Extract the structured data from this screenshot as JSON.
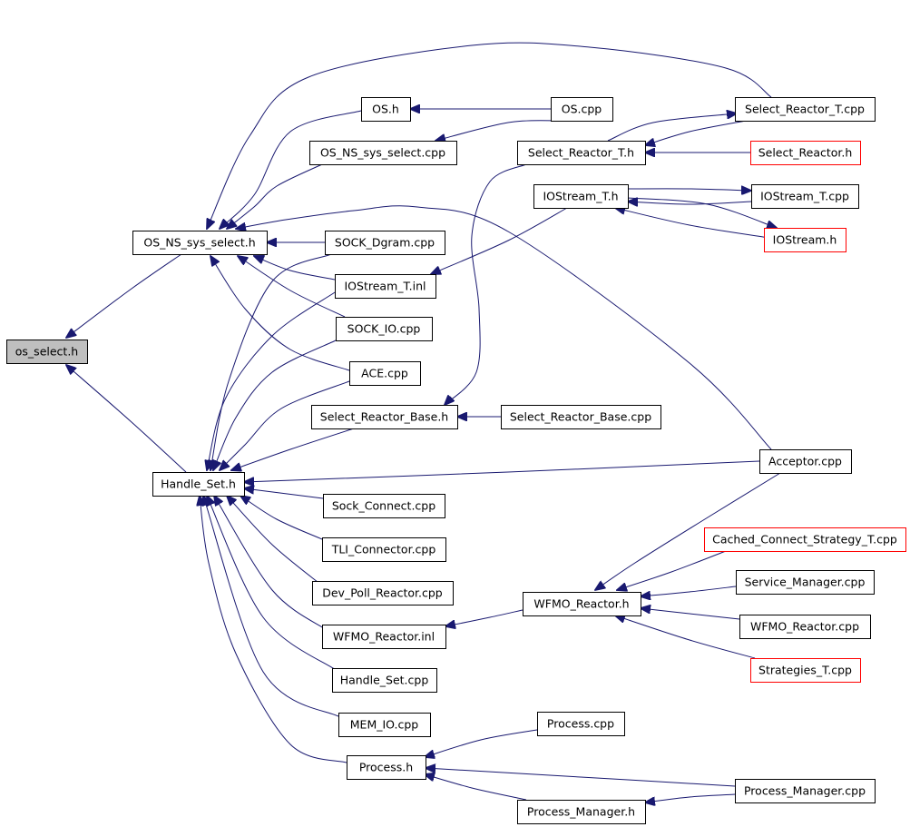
{
  "graph": {
    "type": "include-dependency-graph",
    "colors": {
      "edge": "#191970",
      "node_border": "#000000",
      "node_border_truncated": "#ff0000",
      "node_fill": "#ffffff",
      "root_fill": "#bfbfbf"
    },
    "nodes": [
      {
        "id": "os_select",
        "label": "os_select.h",
        "root": true
      },
      {
        "id": "OS_NS_sys_select_h",
        "label": "OS_NS_sys_select.h"
      },
      {
        "id": "Handle_Set_h",
        "label": "Handle_Set.h"
      },
      {
        "id": "OS_h",
        "label": "OS.h"
      },
      {
        "id": "OS_NS_sys_select_cpp",
        "label": "OS_NS_sys_select.cpp"
      },
      {
        "id": "SOCK_Dgram_cpp",
        "label": "SOCK_Dgram.cpp"
      },
      {
        "id": "IOStream_T_inl",
        "label": "IOStream_T.inl"
      },
      {
        "id": "SOCK_IO_cpp",
        "label": "SOCK_IO.cpp"
      },
      {
        "id": "ACE_cpp",
        "label": "ACE.cpp"
      },
      {
        "id": "Select_Reactor_Base_h",
        "label": "Select_Reactor_Base.h"
      },
      {
        "id": "Sock_Connect_cpp",
        "label": "Sock_Connect.cpp"
      },
      {
        "id": "TLI_Connector_cpp",
        "label": "TLI_Connector.cpp"
      },
      {
        "id": "Dev_Poll_Reactor_cpp",
        "label": "Dev_Poll_Reactor.cpp"
      },
      {
        "id": "WFMO_Reactor_inl",
        "label": "WFMO_Reactor.inl"
      },
      {
        "id": "Handle_Set_cpp",
        "label": "Handle_Set.cpp"
      },
      {
        "id": "MEM_IO_cpp",
        "label": "MEM_IO.cpp"
      },
      {
        "id": "Process_h",
        "label": "Process.h"
      },
      {
        "id": "OS_cpp",
        "label": "OS.cpp"
      },
      {
        "id": "Select_Reactor_T_h",
        "label": "Select_Reactor_T.h"
      },
      {
        "id": "IOStream_T_h",
        "label": "IOStream_T.h"
      },
      {
        "id": "Select_Reactor_Base_cpp",
        "label": "Select_Reactor_Base.cpp"
      },
      {
        "id": "WFMO_Reactor_h",
        "label": "WFMO_Reactor.h"
      },
      {
        "id": "Process_cpp",
        "label": "Process.cpp"
      },
      {
        "id": "Process_Manager_h",
        "label": "Process_Manager.h"
      },
      {
        "id": "Select_Reactor_T_cpp",
        "label": "Select_Reactor_T.cpp"
      },
      {
        "id": "Select_Reactor_h",
        "label": "Select_Reactor.h",
        "truncated": true
      },
      {
        "id": "IOStream_T_cpp",
        "label": "IOStream_T.cpp"
      },
      {
        "id": "IOStream_h",
        "label": "IOStream.h",
        "truncated": true
      },
      {
        "id": "Acceptor_cpp",
        "label": "Acceptor.cpp"
      },
      {
        "id": "Cached_Connect_Strategy_T_cpp",
        "label": "Cached_Connect_Strategy_T.cpp",
        "truncated": true
      },
      {
        "id": "Service_Manager_cpp",
        "label": "Service_Manager.cpp"
      },
      {
        "id": "WFMO_Reactor_cpp",
        "label": "WFMO_Reactor.cpp"
      },
      {
        "id": "Strategies_T_cpp",
        "label": "Strategies_T.cpp",
        "truncated": true
      },
      {
        "id": "Process_Manager_cpp",
        "label": "Process_Manager.cpp"
      }
    ],
    "edges": [
      {
        "from": "OS_NS_sys_select_h",
        "to": "os_select"
      },
      {
        "from": "Handle_Set_h",
        "to": "os_select"
      },
      {
        "from": "OS_h",
        "to": "OS_NS_sys_select_h"
      },
      {
        "from": "OS_NS_sys_select_cpp",
        "to": "OS_NS_sys_select_h"
      },
      {
        "from": "SOCK_Dgram_cpp",
        "to": "OS_NS_sys_select_h"
      },
      {
        "from": "IOStream_T_inl",
        "to": "OS_NS_sys_select_h"
      },
      {
        "from": "SOCK_IO_cpp",
        "to": "OS_NS_sys_select_h"
      },
      {
        "from": "ACE_cpp",
        "to": "OS_NS_sys_select_h"
      },
      {
        "from": "Select_Reactor_T_cpp",
        "to": "OS_NS_sys_select_h"
      },
      {
        "from": "Acceptor_cpp",
        "to": "OS_NS_sys_select_h"
      },
      {
        "from": "OS_cpp",
        "to": "OS_h"
      },
      {
        "from": "OS_cpp",
        "to": "OS_NS_sys_select_cpp"
      },
      {
        "from": "IOStream_T_h",
        "to": "IOStream_T_inl"
      },
      {
        "from": "Select_Reactor_T_h",
        "to": "Select_Reactor_Base_h"
      },
      {
        "from": "Select_Reactor_T_cpp",
        "to": "Select_Reactor_T_h"
      },
      {
        "from": "Select_Reactor_T_h",
        "to": "Select_Reactor_T_cpp"
      },
      {
        "from": "Select_Reactor_h",
        "to": "Select_Reactor_T_h"
      },
      {
        "from": "IOStream_T_cpp",
        "to": "IOStream_T_h"
      },
      {
        "from": "IOStream_T_h",
        "to": "IOStream_T_cpp"
      },
      {
        "from": "IOStream_h",
        "to": "IOStream_T_h"
      },
      {
        "from": "IOStream_T_h",
        "to": "IOStream_h"
      },
      {
        "from": "Select_Reactor_Base_cpp",
        "to": "Select_Reactor_Base_h"
      },
      {
        "from": "SOCK_Dgram_cpp",
        "to": "Handle_Set_h"
      },
      {
        "from": "IOStream_T_inl",
        "to": "Handle_Set_h"
      },
      {
        "from": "SOCK_IO_cpp",
        "to": "Handle_Set_h"
      },
      {
        "from": "ACE_cpp",
        "to": "Handle_Set_h"
      },
      {
        "from": "Select_Reactor_Base_h",
        "to": "Handle_Set_h"
      },
      {
        "from": "Acceptor_cpp",
        "to": "Handle_Set_h"
      },
      {
        "from": "Sock_Connect_cpp",
        "to": "Handle_Set_h"
      },
      {
        "from": "TLI_Connector_cpp",
        "to": "Handle_Set_h"
      },
      {
        "from": "Dev_Poll_Reactor_cpp",
        "to": "Handle_Set_h"
      },
      {
        "from": "WFMO_Reactor_inl",
        "to": "Handle_Set_h"
      },
      {
        "from": "Handle_Set_cpp",
        "to": "Handle_Set_h"
      },
      {
        "from": "MEM_IO_cpp",
        "to": "Handle_Set_h"
      },
      {
        "from": "Process_h",
        "to": "Handle_Set_h"
      },
      {
        "from": "WFMO_Reactor_h",
        "to": "WFMO_Reactor_inl"
      },
      {
        "from": "Acceptor_cpp",
        "to": "WFMO_Reactor_h"
      },
      {
        "from": "Cached_Connect_Strategy_T_cpp",
        "to": "WFMO_Reactor_h"
      },
      {
        "from": "Service_Manager_cpp",
        "to": "WFMO_Reactor_h"
      },
      {
        "from": "WFMO_Reactor_cpp",
        "to": "WFMO_Reactor_h"
      },
      {
        "from": "Strategies_T_cpp",
        "to": "WFMO_Reactor_h"
      },
      {
        "from": "Process_cpp",
        "to": "Process_h"
      },
      {
        "from": "Process_Manager_h",
        "to": "Process_h"
      },
      {
        "from": "Process_Manager_cpp",
        "to": "Process_h"
      },
      {
        "from": "Process_Manager_cpp",
        "to": "Process_Manager_h"
      }
    ]
  }
}
